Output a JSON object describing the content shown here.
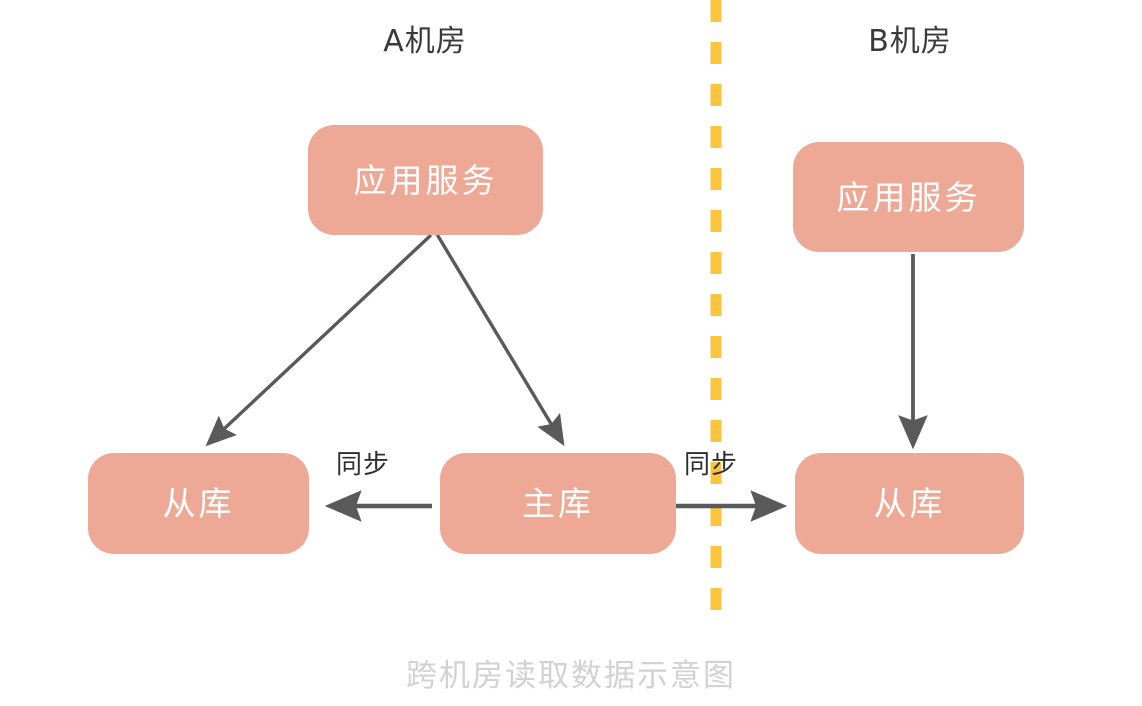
{
  "diagram": {
    "caption": "跨机房读取数据示意图",
    "background_color": "#ffffff",
    "node_fill_color": "#EDA995",
    "node_text_color": "#ffffff",
    "arrow_color": "#5a5a5a",
    "divider_color": "#FBC63E",
    "caption_color": "#d2d2d2",
    "title_color": "#3a3a3a"
  },
  "zones": [
    {
      "id": "zone-a",
      "title": "A机房"
    },
    {
      "id": "zone-b",
      "title": "B机房"
    }
  ],
  "nodes": [
    {
      "id": "app-service-a",
      "label": "应用服务",
      "zone": "A机房"
    },
    {
      "id": "slave-db-a",
      "label": "从库",
      "zone": "A机房"
    },
    {
      "id": "master-db-a",
      "label": "主库",
      "zone": "A机房"
    },
    {
      "id": "app-service-b",
      "label": "应用服务",
      "zone": "B机房"
    },
    {
      "id": "slave-db-b",
      "label": "从库",
      "zone": "B机房"
    }
  ],
  "edges": [
    {
      "id": "edge-app-a-to-slave-a",
      "from": "app-service-a",
      "to": "slave-db-a",
      "label": "",
      "style": "solid-arrow"
    },
    {
      "id": "edge-app-a-to-master-a",
      "from": "app-service-a",
      "to": "master-db-a",
      "label": "",
      "style": "solid-arrow"
    },
    {
      "id": "edge-master-a-to-slave-a",
      "from": "master-db-a",
      "to": "slave-db-a",
      "label": "同步",
      "style": "solid-arrow"
    },
    {
      "id": "edge-master-a-to-slave-b",
      "from": "master-db-a",
      "to": "slave-db-b",
      "label": "同步",
      "style": "solid-arrow"
    },
    {
      "id": "edge-app-b-to-slave-b",
      "from": "app-service-b",
      "to": "slave-db-b",
      "label": "",
      "style": "solid-arrow"
    }
  ],
  "divider": {
    "id": "zone-divider",
    "orientation": "vertical",
    "style": "dashed"
  }
}
